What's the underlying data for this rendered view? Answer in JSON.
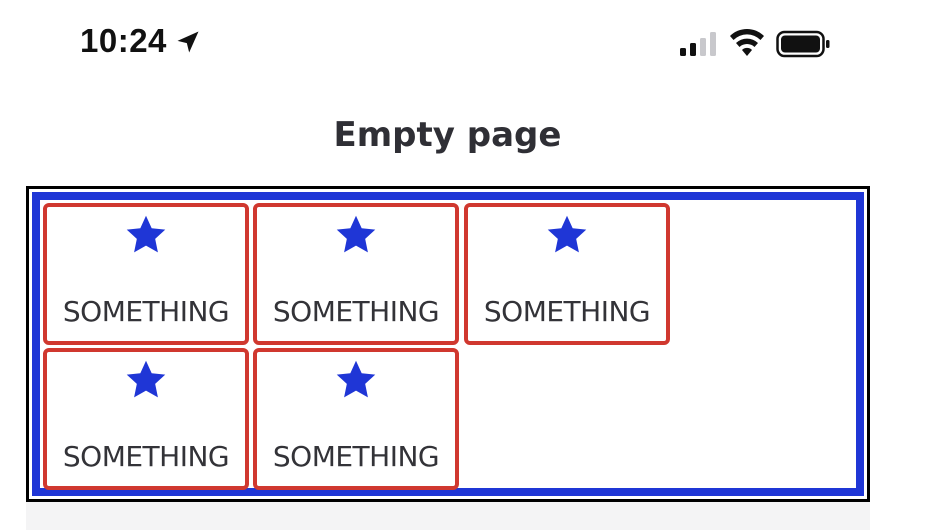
{
  "status_bar": {
    "time": "10:24",
    "icons": [
      "location-arrow-icon",
      "cellular-signal-icon",
      "wifi-icon",
      "battery-icon"
    ]
  },
  "header": {
    "title": "Empty page"
  },
  "grid": {
    "tiles": [
      {
        "icon": "star-icon",
        "label": "SOMETHING"
      },
      {
        "icon": "star-icon",
        "label": "SOMETHING"
      },
      {
        "icon": "star-icon",
        "label": "SOMETHING"
      },
      {
        "icon": "star-icon",
        "label": "SOMETHING"
      },
      {
        "icon": "star-icon",
        "label": "SOMETHING"
      }
    ]
  },
  "colors": {
    "tile_border": "#d0382f",
    "container_border": "#1f36d6",
    "star": "#1f36d6",
    "outer_border": "#000000"
  }
}
